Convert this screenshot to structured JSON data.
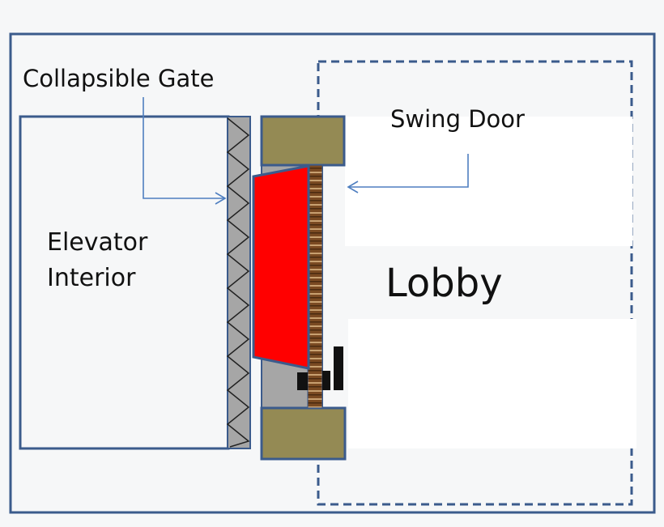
{
  "labels": {
    "collapsible_gate": "Collapsible Gate",
    "swing_door": "Swing Door",
    "elevator_line1": "Elevator",
    "elevator_line2": "Interior",
    "lobby": "Lobby"
  },
  "colors": {
    "outline": "#3b5b8c",
    "gate_fill": "#a6a6a6",
    "frame_fill": "#948a54",
    "door_panel": "#ff0000",
    "door_wood": "#7a4a22",
    "arrow": "#4f7fc0",
    "background": "#f6f7f8"
  }
}
